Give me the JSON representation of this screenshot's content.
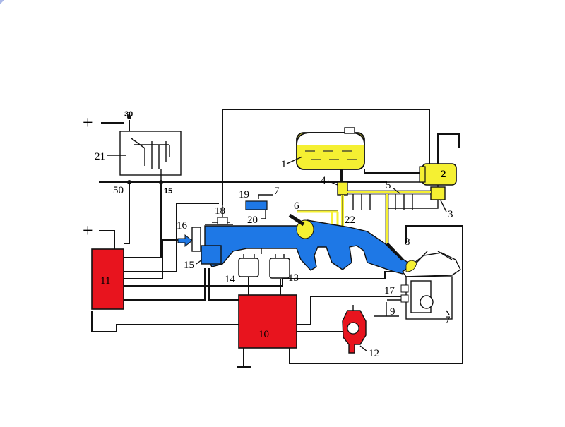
{
  "colors": {
    "fuel": "#f5f032",
    "air": "#1e78e6",
    "ecu": "#e8141e",
    "wire": "#111111"
  },
  "terminals": {
    "t30": "30",
    "t50": "50",
    "t15": "15",
    "plus_top": "+",
    "plus_ecu": "+"
  },
  "labels": {
    "c1": "1",
    "c2": "2",
    "c3": "3",
    "c4": "4",
    "c5": "5",
    "c6": "6",
    "c7a": "7",
    "c7b": "7",
    "c8": "8",
    "c9": "9",
    "c10": "10",
    "c11": "11",
    "c12": "12",
    "c13": "13",
    "c14": "14",
    "c15": "15",
    "c16": "16",
    "c17": "17",
    "c18": "18",
    "c19": "19",
    "c20": "20",
    "c21": "21",
    "c22": "22"
  }
}
